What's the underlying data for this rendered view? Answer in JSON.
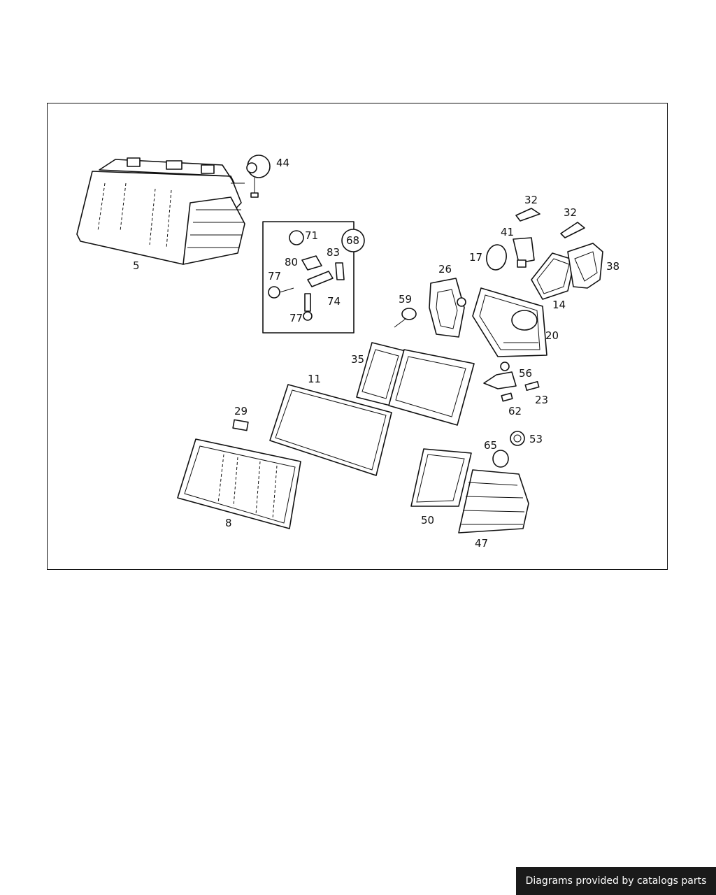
{
  "diagram": {
    "callouts": {
      "p5": "5",
      "p44": "44",
      "p71": "71",
      "p68": "68",
      "p80": "80",
      "p83": "83",
      "p77a": "77",
      "p74": "74",
      "p77b": "77",
      "p59": "59",
      "p26": "26",
      "p17": "17",
      "p41": "41",
      "p32a": "32",
      "p32b": "32",
      "p38": "38",
      "p14": "14",
      "p20": "20",
      "p35": "35",
      "p56": "56",
      "p23": "23",
      "p62": "62",
      "p11": "11",
      "p29": "29",
      "p53": "53",
      "p65": "65",
      "p8": "8",
      "p50": "50",
      "p47": "47"
    }
  },
  "footer": {
    "credit": "Diagrams provided by catalogs parts"
  }
}
